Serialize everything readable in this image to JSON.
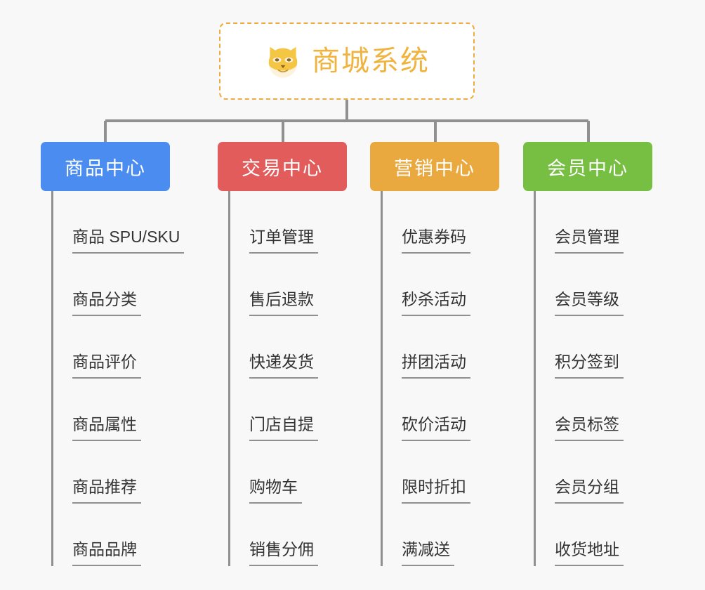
{
  "page": {
    "background_color": "#f8f8f8",
    "line_color": "#909090"
  },
  "root": {
    "title": "商城系统",
    "icon": "shiba-dog-face-icon",
    "text_color": "#f0b33d",
    "border_color": "#eeab3f",
    "background_color": "#ffffff"
  },
  "branches": [
    {
      "label": "商品中心",
      "color": "#4a8cf0",
      "items": [
        "商品 SPU/SKU",
        "商品分类",
        "商品评价",
        "商品属性",
        "商品推荐",
        "商品品牌"
      ]
    },
    {
      "label": "交易中心",
      "color": "#e25c5c",
      "items": [
        "订单管理",
        "售后退款",
        "快递发货",
        "门店自提",
        "购物车",
        "销售分佣"
      ]
    },
    {
      "label": "营销中心",
      "color": "#eaa93f",
      "items": [
        "优惠券码",
        "秒杀活动",
        "拼团活动",
        "砍价活动",
        "限时折扣",
        "满减送"
      ]
    },
    {
      "label": "会员中心",
      "color": "#76bf42",
      "items": [
        "会员管理",
        "会员等级",
        "积分签到",
        "会员标签",
        "会员分组",
        "收货地址"
      ]
    }
  ]
}
